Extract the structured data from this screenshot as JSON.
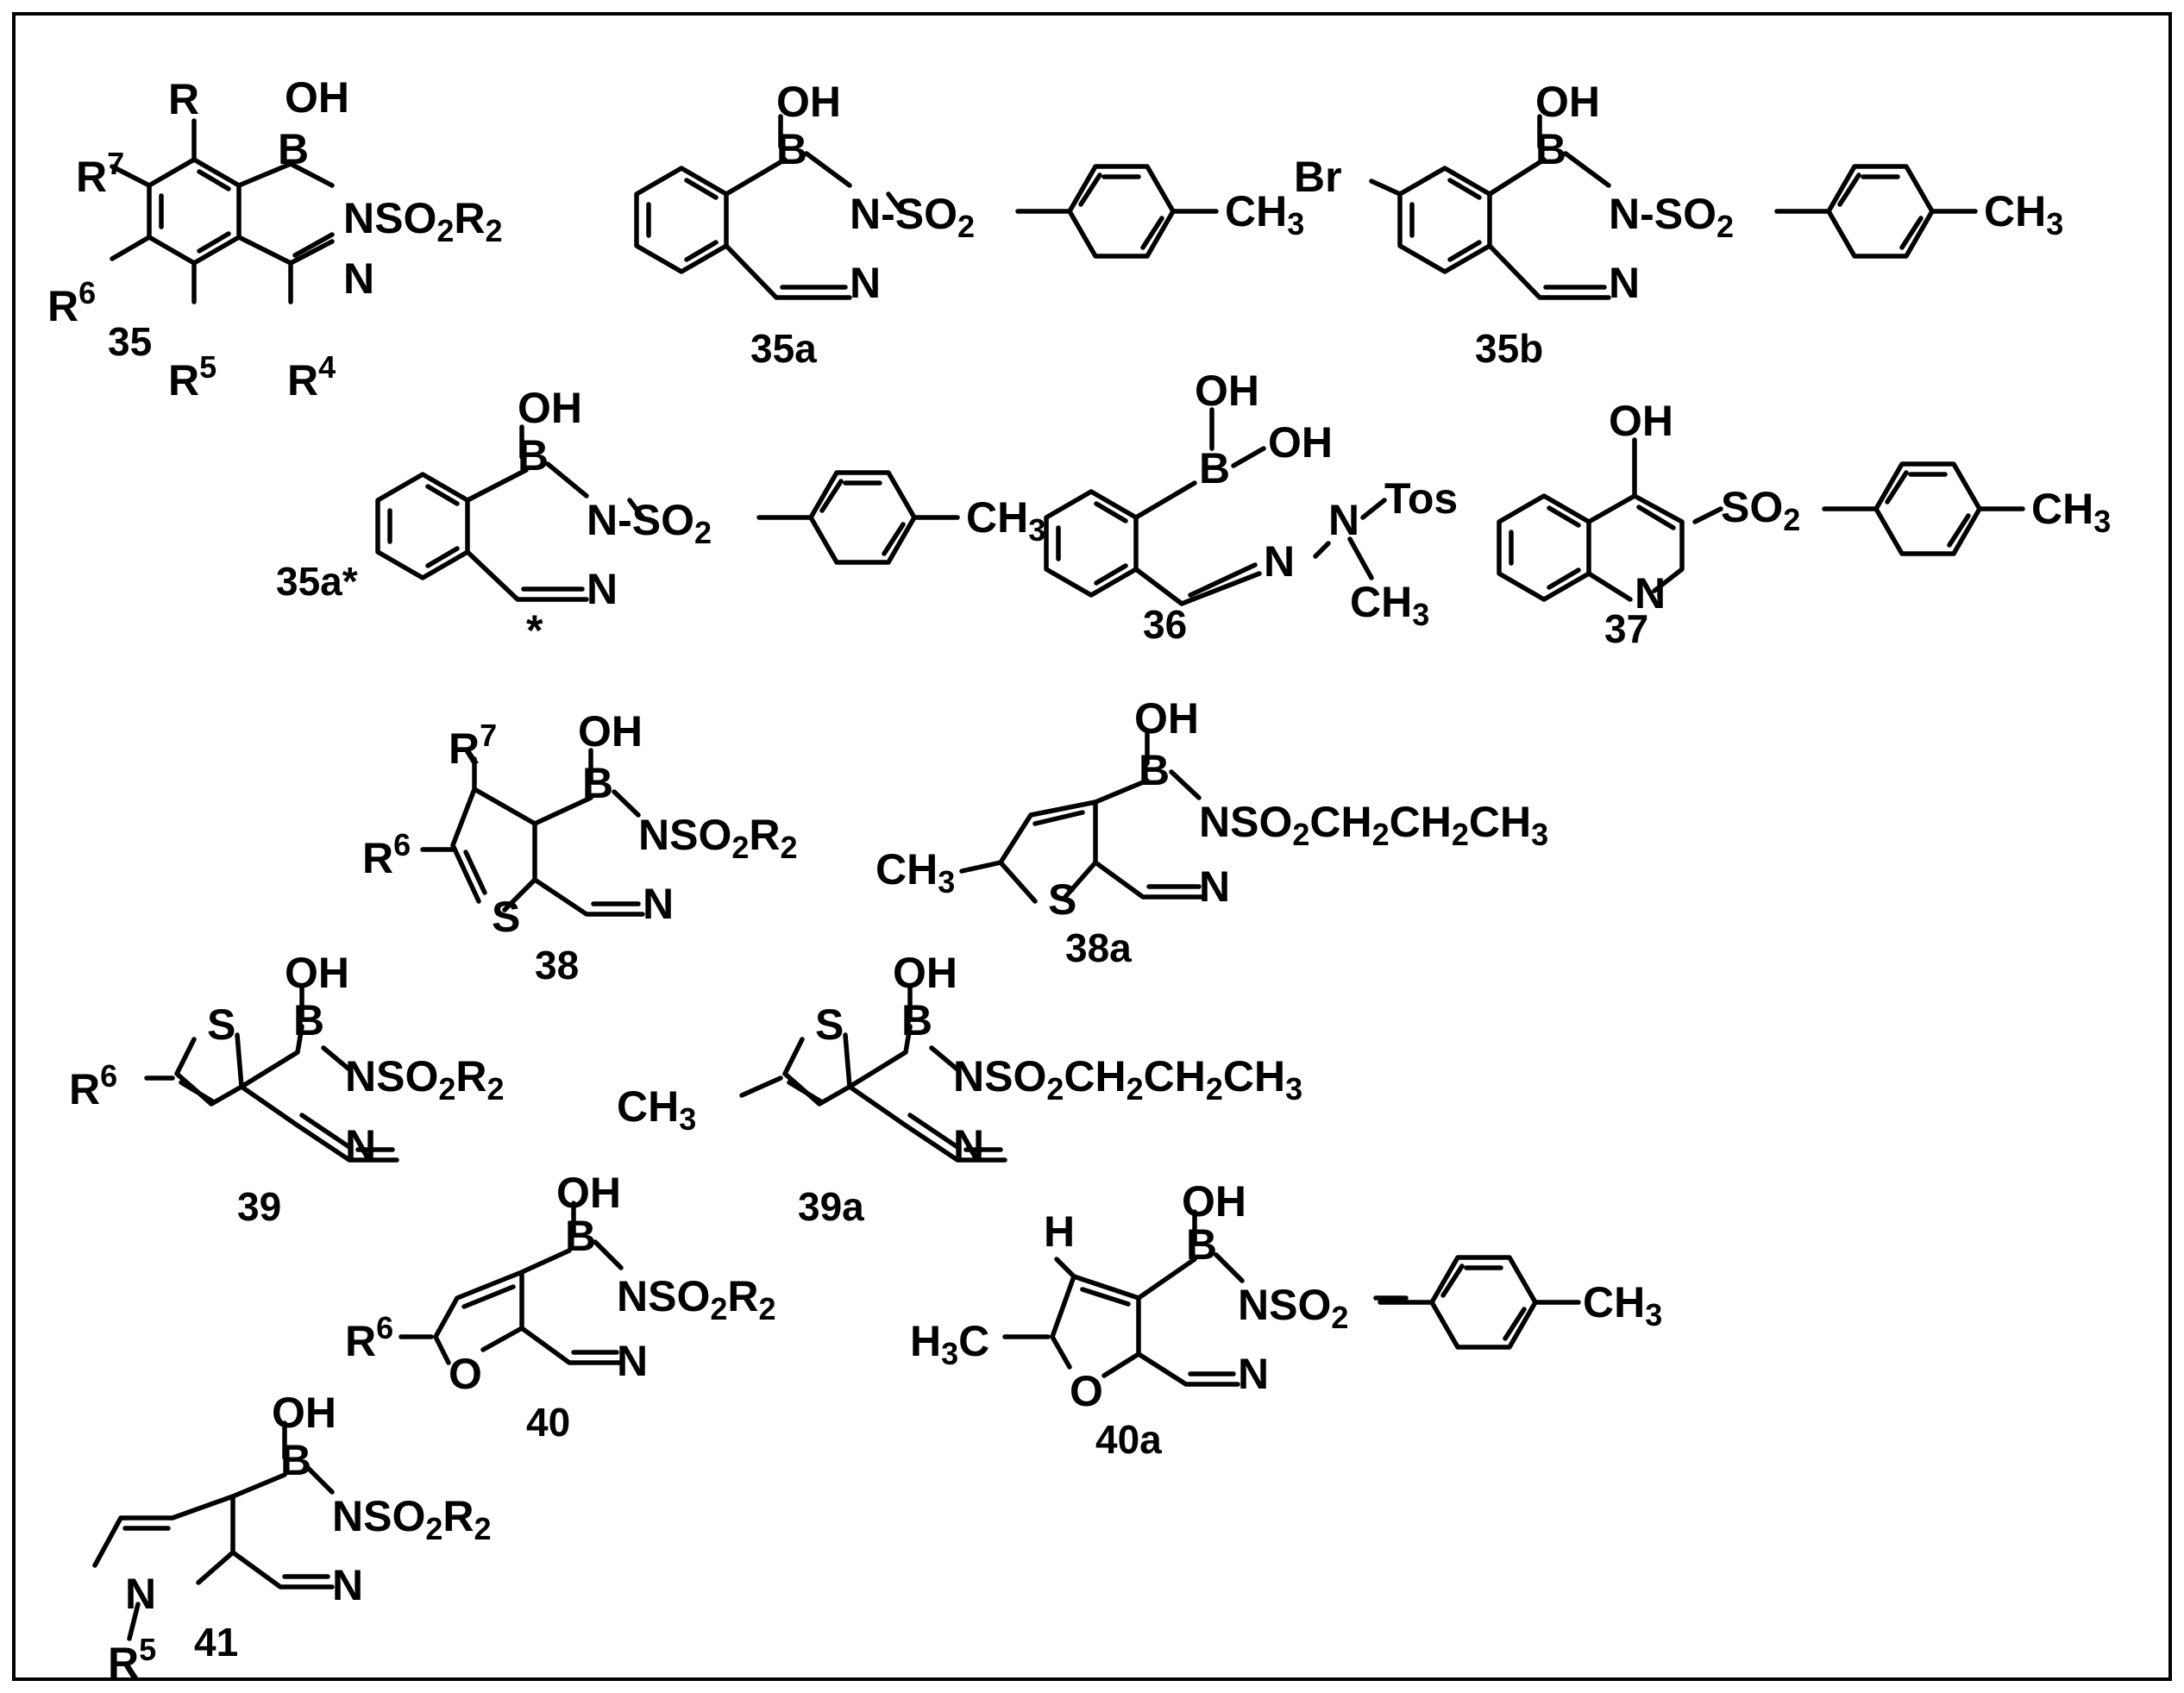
{
  "compounds": {
    "c35": {
      "label": "35",
      "substituents": [
        "R",
        "R7",
        "R6",
        "R5",
        "R4"
      ],
      "head": "OH",
      "boron": "B",
      "sulfonyl": "NSO2R2",
      "n": "N"
    },
    "c35a": {
      "label": "35a",
      "head": "OH",
      "boron": "B",
      "sulfonyl": "N-SO2",
      "n": "N",
      "methyl": "CH3"
    },
    "c35b": {
      "label": "35b",
      "head": "OH",
      "boron": "B",
      "sulfonyl": "N-SO2",
      "n": "N",
      "methyl": "CH3",
      "bromo": "Br"
    },
    "c35as": {
      "label": "35a*",
      "head": "OH",
      "boron": "B",
      "sulfonyl": "N-SO2",
      "n": "N",
      "methyl": "CH3",
      "star": "*"
    },
    "c36": {
      "label": "36",
      "hydroxyls": [
        "OH",
        "OH"
      ],
      "boron": "B",
      "n1": "N",
      "n2": "N",
      "tos": "Tos",
      "methyl": "CH3"
    },
    "c37": {
      "label": "37",
      "head": "OH",
      "sulfonyl": "SO2",
      "n": "N",
      "methyl": "CH3"
    },
    "c38": {
      "label": "38",
      "substituents": [
        "R7",
        "R6"
      ],
      "head": "OH",
      "boron": "B",
      "sulfonyl": "NSO2R2",
      "n": "N",
      "hetero": "S"
    },
    "c38a": {
      "label": "38a",
      "head": "OH",
      "boron": "B",
      "sulfonyl": "NSO2CH2CH2CH3",
      "n": "N",
      "hetero": "S",
      "methyl": "CH3"
    },
    "c39": {
      "label": "39",
      "substituents": [
        "R6"
      ],
      "head": "OH",
      "boron": "B",
      "sulfonyl": "NSO2R2",
      "n": "N",
      "hetero": "S"
    },
    "c39a": {
      "label": "39a",
      "head": "OH",
      "boron": "B",
      "sulfonyl": "NSO2CH2CH2CH3",
      "n": "N",
      "hetero": "S",
      "methyl": "CH3"
    },
    "c40": {
      "label": "40",
      "substituents": [
        "R6"
      ],
      "head": "OH",
      "boron": "B",
      "sulfonyl": "NSO2R2",
      "n": "N",
      "hetero": "O"
    },
    "c40a": {
      "label": "40a",
      "head": "OH",
      "boron": "B",
      "sulfonyl": "NSO2",
      "n": "N",
      "hetero": "O",
      "methyl": "CH3",
      "h3c": "H3C",
      "h": "H"
    },
    "c41": {
      "label": "41",
      "substituents": [
        "R5"
      ],
      "head": "OH",
      "boron": "B",
      "sulfonyl": "NSO2R2",
      "n": "N",
      "ringN": "N"
    }
  }
}
